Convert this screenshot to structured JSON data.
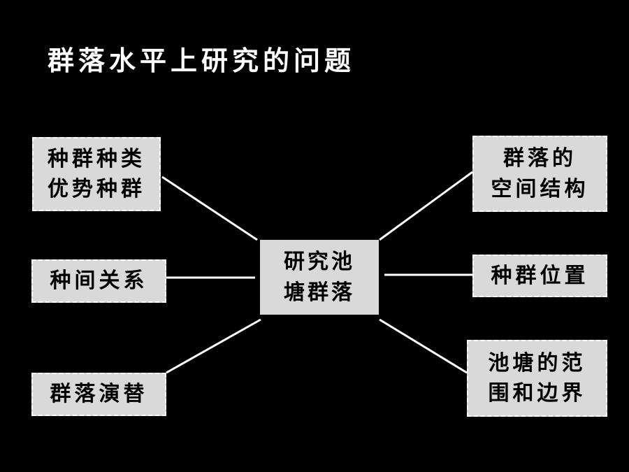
{
  "title": "群落水平上研究的问题",
  "center": {
    "lines": [
      "研究池",
      "塘群落"
    ]
  },
  "left_nodes": [
    {
      "lines": [
        "种群种类",
        "优势种群"
      ]
    },
    {
      "lines": [
        "种间关系"
      ]
    },
    {
      "lines": [
        "群落演替"
      ]
    }
  ],
  "right_nodes": [
    {
      "lines": [
        "群落的",
        "空间结构"
      ]
    },
    {
      "lines": [
        "种群位置"
      ]
    },
    {
      "lines": [
        "池塘的范",
        "围和边界"
      ]
    }
  ],
  "colors": {
    "background": "#000000",
    "box_fill": "#d9d9d9",
    "line": "#ffffff",
    "text": "#000000",
    "title": "#ffffff"
  }
}
